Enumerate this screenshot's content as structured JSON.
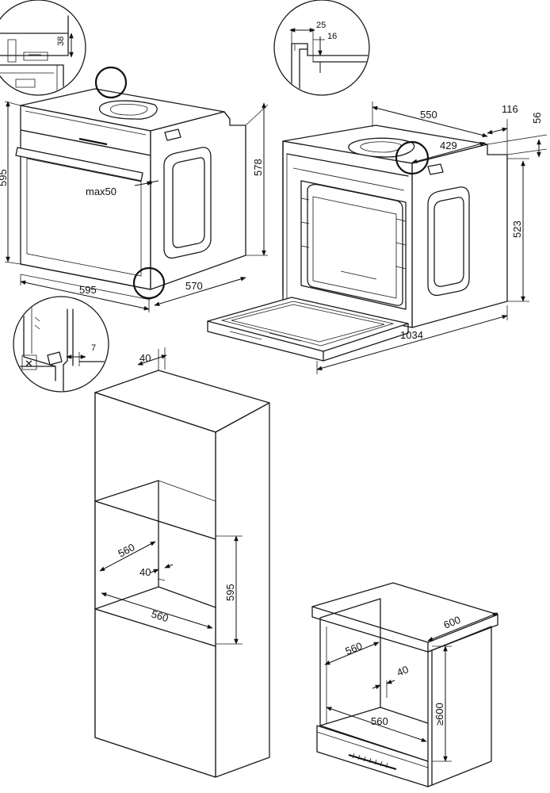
{
  "labels": {
    "d38": "38",
    "d25": "25",
    "d16": "16",
    "d595_h": "595",
    "d578": "578",
    "dmax50": "max50",
    "d595_w": "595",
    "d570": "570",
    "d550": "550",
    "d116": "116",
    "d56": "56",
    "d429": "429",
    "d523": "523",
    "d1034": "1034",
    "d7": "7",
    "d40_top": "40",
    "d560_tall_depth": "560",
    "d40_tall_inner": "40",
    "d595_tall": "595",
    "d560_tall_width": "560",
    "d600_base": "600",
    "d560_base_depth": "560",
    "d40_base": "40",
    "d560_base_width": "560",
    "d600_base_h": "≥600",
    "no_mark": "✕"
  }
}
